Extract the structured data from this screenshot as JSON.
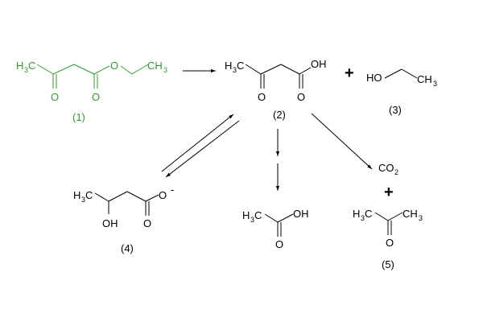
{
  "colors": {
    "reactant": "#339933",
    "ink": "#000000",
    "background": "#ffffff"
  },
  "compound1": {
    "number": "(1)",
    "ch3_left_C": "H",
    "ch3_left_sub": "3",
    "ch3_left_tail": "C",
    "o_keto": "O",
    "o_carbonyl": "O",
    "o_ester": "O",
    "ch3_right_C": "CH",
    "ch3_right_sub": "3"
  },
  "compound2": {
    "number": "(2)",
    "ch3_C": "H",
    "ch3_sub": "3",
    "ch3_tail": "C",
    "o_keto": "O",
    "o_carbonyl": "O",
    "oh": "OH"
  },
  "compound3": {
    "number": "(3)",
    "ho": "HO",
    "ch3_C": "CH",
    "ch3_sub": "3"
  },
  "compound4": {
    "number": "(4)",
    "ch3_C": "H",
    "ch3_sub": "3",
    "ch3_tail": "C",
    "oh": "OH",
    "o_carbonyl": "O",
    "o_anion": "O",
    "charge": "-"
  },
  "acetic_acid": {
    "ch3_C": "H",
    "ch3_sub": "3",
    "ch3_tail": "C",
    "oh": "OH",
    "o_carbonyl": "O"
  },
  "co2": {
    "label": "CO",
    "sub": "2"
  },
  "compound5": {
    "number": "(5)",
    "ch3_left_C": "H",
    "ch3_left_sub": "3",
    "ch3_left_tail": "C",
    "ch3_right_C": "CH",
    "ch3_right_sub": "3",
    "o_carbonyl": "O"
  },
  "plus_signs": {
    "top": "+",
    "bottom": "+"
  }
}
